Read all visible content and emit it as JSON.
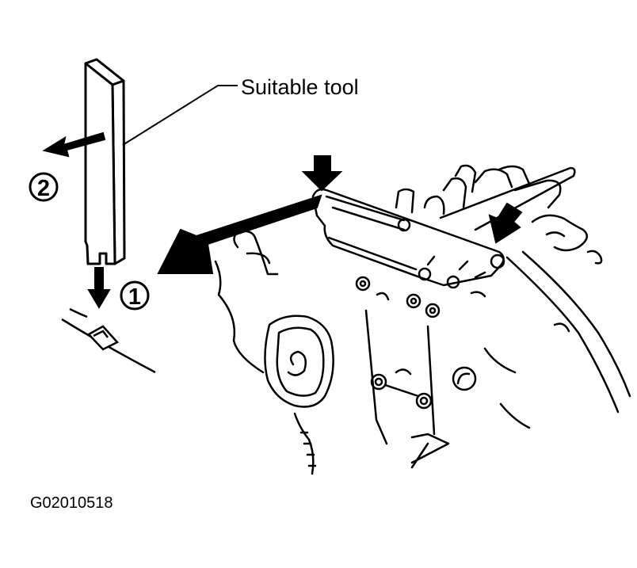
{
  "labels": {
    "tool": "Suitable tool",
    "step1": "1",
    "step2": "2",
    "figure_id": "G02010518"
  },
  "icons": {
    "step_markers": "circled-number",
    "arrows": "solid-arrow"
  },
  "colors": {
    "ink": "#000000",
    "paper": "#ffffff"
  }
}
